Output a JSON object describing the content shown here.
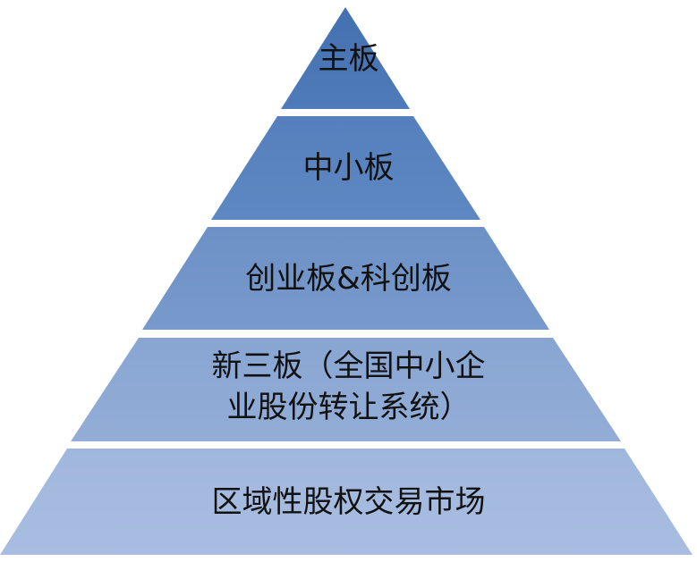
{
  "pyramid": {
    "tiers": [
      {
        "label": "主板",
        "color": "#4a76b4"
      },
      {
        "label": "中小板",
        "color": "#5a82bd"
      },
      {
        "label": "创业板&科创板",
        "color": "#7495c8"
      },
      {
        "label_line1": "新三板（全国中小企",
        "label_line2": "业股份转让系统）",
        "color": "#8ea9d4"
      },
      {
        "label": "区域性股权交易市场",
        "color": "#a3b9de"
      }
    ]
  }
}
